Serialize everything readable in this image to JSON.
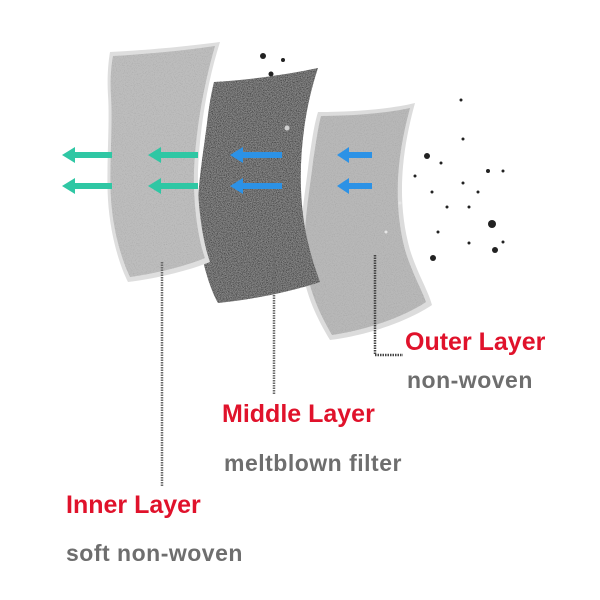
{
  "layers": {
    "outer": {
      "title": "Outer Layer",
      "subtitle": "non-woven"
    },
    "middle": {
      "title": "Middle Layer",
      "subtitle": "meltblown filter"
    },
    "inner": {
      "title": "Inner Layer",
      "subtitle": "soft non-woven"
    }
  },
  "colors": {
    "title_red": "#e0122b",
    "subtitle_gray": "#6e6e6e",
    "sheet_gray": "#b9b9b9",
    "sheet_edge": "#d8d8d8",
    "filter_black": "#262626",
    "arrow_blue": "#2c92e6",
    "arrow_green": "#2fc7a4",
    "particle": "#222222"
  },
  "icons": {
    "airflow": "double-arrow-left-icon",
    "particles": "dust-particle-icon"
  }
}
